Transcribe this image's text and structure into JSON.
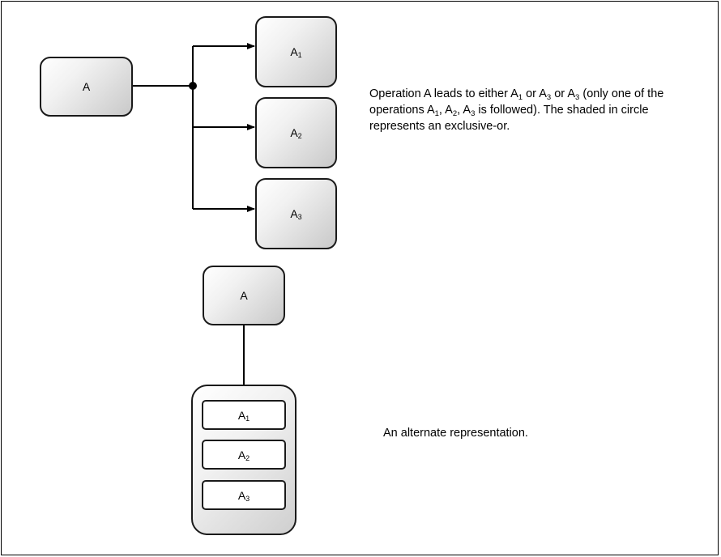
{
  "top_diagram": {
    "source": "A",
    "targets": [
      {
        "main": "A",
        "sub": "1"
      },
      {
        "main": "A",
        "sub": "2"
      },
      {
        "main": "A",
        "sub": "3"
      }
    ],
    "caption": {
      "p1": "Operation A leads to either A",
      "s1": "1",
      "p2": " or A",
      "s2": "3",
      "p3": " or A",
      "s3": "3",
      "p4": " (only one of the operations A",
      "s4": "1",
      "p5": ", A",
      "s5": "2",
      "p6": ", A",
      "s6": "3",
      "p7": " is followed).  The shaded in circle represents an exclusive-or."
    }
  },
  "bottom_diagram": {
    "source": "A",
    "options": [
      {
        "main": "A",
        "sub": "1"
      },
      {
        "main": "A",
        "sub": "2"
      },
      {
        "main": "A",
        "sub": "3"
      }
    ],
    "caption": "An alternate representation."
  }
}
